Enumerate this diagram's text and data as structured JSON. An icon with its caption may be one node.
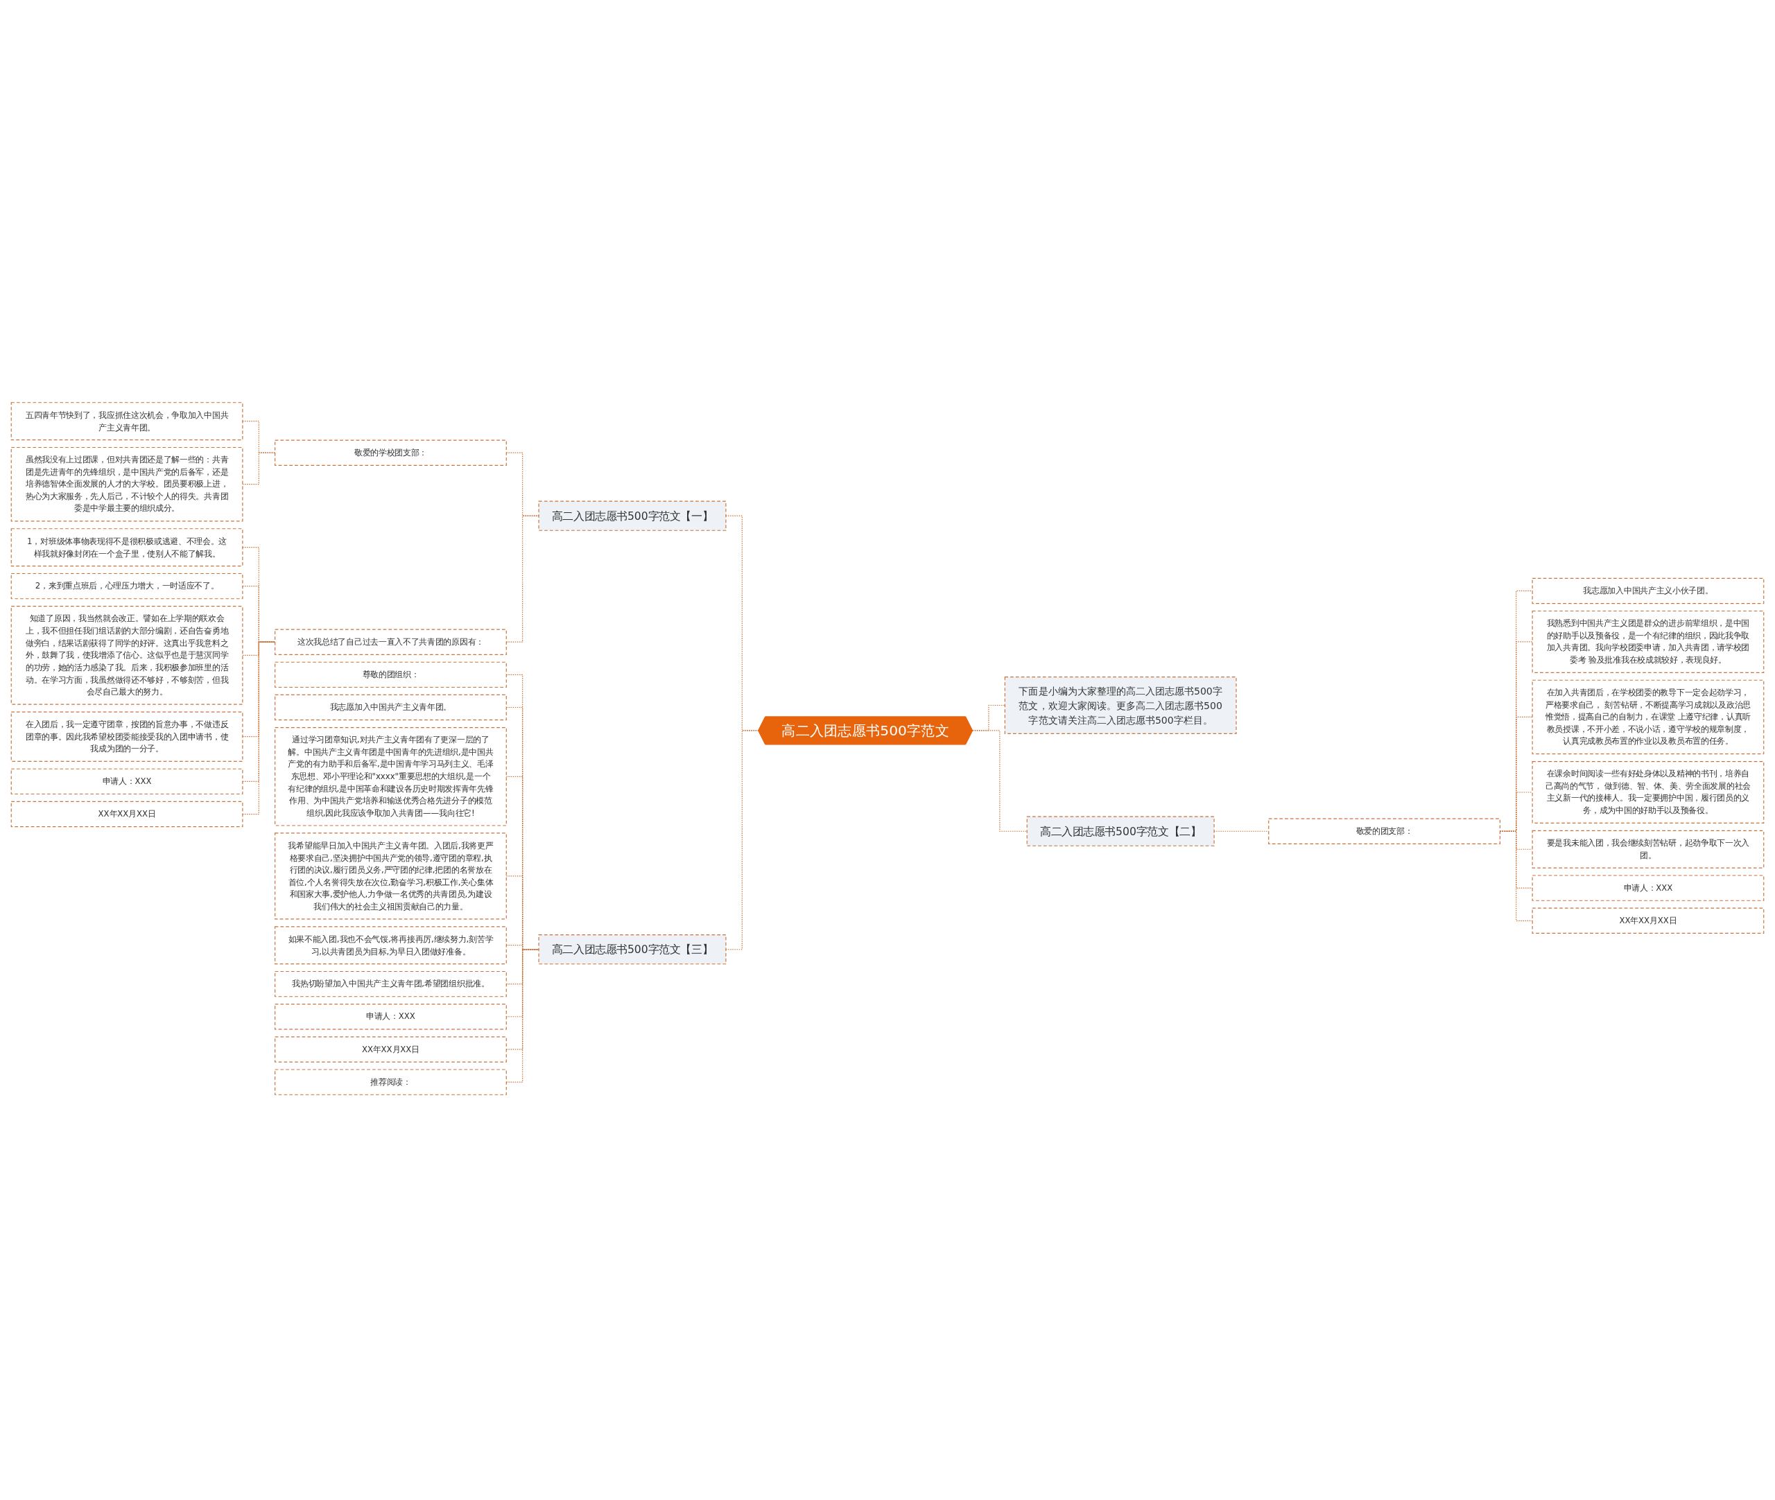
{
  "diagram": {
    "nodes": [
      {
        "text": [
          "高二入团志愿书500字范文"
        ]
      },
      {
        "text": [
          "高二入团志愿书500字范文【一】"
        ]
      },
      {
        "text": [
          "敬爱的学校团支部："
        ]
      },
      {
        "text": [
          "五四青年节快到了，我应抓住这次机会，争取加入中国共产主义青年团。"
        ]
      },
      {
        "text": [
          "虽然我没有上过团课，但对共青团还是了解一些的：共青团是先进青年的先锋组织，是中国共产党的后备军，还是培养德智体全面发展的人才的大学校。团员要积极上进，热心为大家服务，先人后己，不计较个人的得失。共青团委是中学最主要的组织成分。"
        ]
      },
      {
        "text": [
          "这次我总结了自己过去一直入不了共青团的原因有："
        ]
      },
      {
        "text": [
          "1，对班级体事物表现得不是很积极或逃避、不理会。这样我就好像封闭在一个盒子里，使别人不能了解我。"
        ]
      },
      {
        "text": [
          "2，来到重点班后，心理压力增大，一时适应不了。"
        ]
      },
      {
        "text": [
          "知道了原因，我当然就会改正。譬如在上学期的联欢会上，我不但担任我们组话剧的大部分编剧，还自告奋勇地做旁白，结果话剧获得了同学的好评。这真出乎我意料之外，鼓舞了我，使我增添了信心。这似乎也是于慧溟同学的功劳，她的活力感染了我。后来，我积极参加班里的活动。在学习方面，我虽然做得还不够好，不够刻苦，但我会尽自己最大的努力。"
        ]
      },
      {
        "text": [
          "在入团后，我一定遵守团章，按团的旨意办事，不做违反团章的事。因此我希望校团委能接受我的入团申请书，使我成为团的一分子。"
        ]
      },
      {
        "text": [
          "申请人：XXX"
        ]
      },
      {
        "text": [
          "XX年XX月XX日"
        ]
      },
      {
        "text": [
          "下面是小编为大家整理的高二入团志愿书500字范文，欢迎大家阅读。更多高二入团志愿书500字范文请关注高二入团志愿书500字栏目。"
        ]
      },
      {
        "text": [
          "高二入团志愿书500字范文【二】"
        ]
      },
      {
        "text": [
          "敬爱的团支部："
        ]
      },
      {
        "text": [
          "我志愿加入中国共产主义小伙子团。"
        ]
      },
      {
        "text": [
          "我熟悉到中国共产主义团是群众的进步前辈组织，是中国的好助手以及预备役，是一个有纪律的组织，因此我争取加入共青团。我向学校团委申请，加入共青团，请学校团委考 验及批准我在校成就较好，表现良好。"
        ]
      },
      {
        "text": [
          "在加入共青团后，在学校团委的教导下一定会起劲学习，严格要求自己， 刻苦钻研，不断提高学习成就以及政治思惟觉悟，提高自己的自制力，在课堂 上遵守纪律，认真听教员授课，不开小差，不说小话，遵守学校的规章制度，认真完成教员布置的作业以及教员布置的任务。"
        ]
      },
      {
        "text": [
          "在课余时间阅读一些有好处身体以及精神的书刊，培养自己高尚的气节， 做到德、智、体、美、劳全面发展的社会主义新一代的接棒人。我一定要拥护中国，履行团员的义务，成为中国的好助手以及预备役。"
        ]
      },
      {
        "text": [
          "要是我未能入团，我会继续刻苦钻研，起劲争取下一次入团。"
        ]
      },
      {
        "text": [
          "申请人：XXX"
        ]
      },
      {
        "text": [
          "XX年XX月XX日"
        ]
      },
      {
        "text": [
          "高二入团志愿书500字范文【三】"
        ]
      },
      {
        "text": [
          "尊敬的团组织："
        ]
      },
      {
        "text": [
          "我志愿加入中国共产主义青年团。"
        ]
      },
      {
        "text": [
          "通过学习团章知识,对共产主义青年团有了更深一层的了解。中国共产主义青年团是中国青年的先进组织,是中国共产党的有力助手和后备军,是中国青年学习马列主义、毛泽东思想、邓小平理论和\"xxxx\"重要思想的大组织,是一个有纪律的组织,是中国革命和建设各历史时期发挥青年先锋作用、为中国共产党培养和输送优秀合格先进分子的模范组织,因此我应该争取加入共青团——我向往它!"
        ]
      },
      {
        "text": [
          "我希望能早日加入中国共产主义青年团。入团后,我将更严格要求自己,坚决拥护中国共产党的领导,遵守团的章程,执行团的决议,履行团员义务,严守团的纪律,把团的名誉放在首位,个人名誉得失放在次位,勤奋学习,积极工作,关心集体和国家大事,爱护他人,力争做一名优秀的共青团员,为建设我们伟大的社会主义祖国贡献自己的力量。"
        ]
      },
      {
        "text": [
          "如果不能入团,我也不会气馁,将再接再厉,继续努力,刻苦学习,以共青团员为目标,为早日入团做好准备。"
        ]
      },
      {
        "text": [
          "我热切盼望加入中国共产主义青年团,希望团组织批准。"
        ]
      },
      {
        "text": [
          "申请人：XXX"
        ]
      },
      {
        "text": [
          "XX年XX月XX日"
        ]
      },
      {
        "text": [
          "推荐阅读："
        ]
      }
    ],
    "edges": [
      {
        "from": 0,
        "to": 1,
        "arrow": "none",
        "style": "dashed"
      },
      {
        "from": 1,
        "to": 2,
        "arrow": "none",
        "style": "dashed"
      },
      {
        "from": 2,
        "to": 3,
        "arrow": "none",
        "style": "dashed"
      },
      {
        "from": 2,
        "to": 4,
        "arrow": "none",
        "style": "dashed"
      },
      {
        "from": 1,
        "to": 5,
        "arrow": "none",
        "style": "dashed"
      },
      {
        "from": 5,
        "to": 6,
        "arrow": "none",
        "style": "dashed"
      },
      {
        "from": 5,
        "to": 7,
        "arrow": "none",
        "style": "dashed"
      },
      {
        "from": 5,
        "to": 8,
        "arrow": "none",
        "style": "dashed"
      },
      {
        "from": 5,
        "to": 9,
        "arrow": "none",
        "style": "dashed"
      },
      {
        "from": 5,
        "to": 10,
        "arrow": "none",
        "style": "dashed"
      },
      {
        "from": 5,
        "to": 11,
        "arrow": "none",
        "style": "dashed"
      },
      {
        "from": 0,
        "to": 12,
        "arrow": "none",
        "style": "dashed"
      },
      {
        "from": 0,
        "to": 13,
        "arrow": "none",
        "style": "dashed"
      },
      {
        "from": 13,
        "to": 14,
        "arrow": "none",
        "style": "dashed"
      },
      {
        "from": 14,
        "to": 15,
        "arrow": "none",
        "style": "dashed"
      },
      {
        "from": 14,
        "to": 16,
        "arrow": "none",
        "style": "dashed"
      },
      {
        "from": 14,
        "to": 17,
        "arrow": "none",
        "style": "dashed"
      },
      {
        "from": 14,
        "to": 18,
        "arrow": "none",
        "style": "dashed"
      },
      {
        "from": 14,
        "to": 19,
        "arrow": "none",
        "style": "dashed"
      },
      {
        "from": 14,
        "to": 20,
        "arrow": "none",
        "style": "dashed"
      },
      {
        "from": 14,
        "to": 21,
        "arrow": "none",
        "style": "dashed"
      },
      {
        "from": 0,
        "to": 22,
        "arrow": "none",
        "style": "dashed"
      },
      {
        "from": 22,
        "to": 23,
        "arrow": "none",
        "style": "dashed"
      },
      {
        "from": 22,
        "to": 24,
        "arrow": "none",
        "style": "dashed"
      },
      {
        "from": 22,
        "to": 25,
        "arrow": "none",
        "style": "dashed"
      },
      {
        "from": 22,
        "to": 26,
        "arrow": "none",
        "style": "dashed"
      },
      {
        "from": 22,
        "to": 27,
        "arrow": "none",
        "style": "dashed"
      },
      {
        "from": 22,
        "to": 28,
        "arrow": "none",
        "style": "dashed"
      },
      {
        "from": 22,
        "to": 29,
        "arrow": "none",
        "style": "dashed"
      },
      {
        "from": 22,
        "to": 30,
        "arrow": "none",
        "style": "dashed"
      },
      {
        "from": 22,
        "to": 31,
        "arrow": "none",
        "style": "dashed"
      }
    ]
  }
}
